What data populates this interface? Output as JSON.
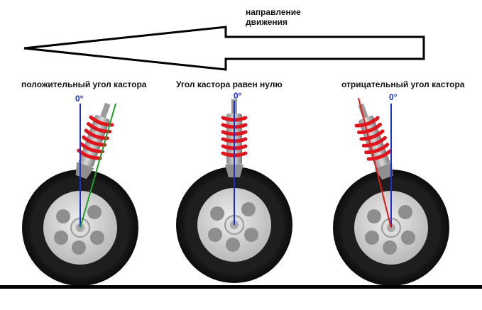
{
  "direction": {
    "line1": "направление",
    "line2": "движения"
  },
  "caster": {
    "positive": {
      "label": "положительный угол кастора",
      "zero_mark": "0°"
    },
    "zero": {
      "label": "Угол кастора равен нулю",
      "zero_mark": "0°"
    },
    "negative": {
      "label": "отрицательный угол кастора",
      "zero_mark": "0°"
    }
  },
  "colors": {
    "vertical_axis": "#1a2fd0",
    "positive_axis": "#1f9d2a",
    "negative_axis": "#e01818",
    "spring": "#e0141c",
    "tire": "#141414",
    "hub": "#c8c8c8",
    "ground": "#000000"
  }
}
